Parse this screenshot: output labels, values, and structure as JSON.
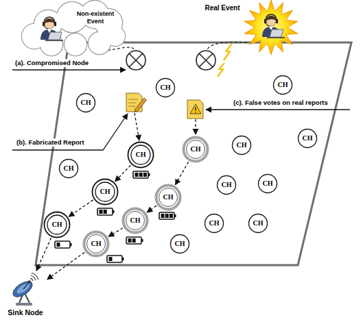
{
  "diagram": {
    "nodes": [
      {
        "text": [
          "Non-existent Event"
        ]
      },
      {
        "text": [
          "Real Event"
        ]
      },
      {
        "text": [
          "CH"
        ]
      },
      {
        "text": [
          "CH"
        ]
      },
      {
        "text": [
          "CH"
        ]
      },
      {
        "text": [
          "CH"
        ]
      },
      {
        "text": [
          "CH"
        ]
      },
      {
        "text": [
          "CH"
        ]
      },
      {
        "text": [
          "CH"
        ]
      },
      {
        "text": [
          "CH"
        ]
      },
      {
        "text": [
          "CH"
        ]
      },
      {
        "text": [
          "CH"
        ]
      },
      {
        "text": [
          "CH"
        ]
      },
      {
        "text": [
          "CH"
        ]
      },
      {
        "text": [
          "CH"
        ]
      },
      {
        "text": [
          "CH"
        ]
      },
      {
        "text": [
          "CH"
        ]
      },
      {
        "text": [
          "CH"
        ]
      },
      {
        "text": [
          "CH"
        ]
      },
      {
        "text": [
          "CH"
        ]
      },
      {
        "text": [
          "Sink Node"
        ]
      }
    ],
    "edges": [
      {
        "from": 6,
        "to": 10,
        "arrow": "to"
      },
      {
        "from": 10,
        "to": 14,
        "arrow": "to"
      },
      {
        "from": 14,
        "to": 20,
        "arrow": "to"
      },
      {
        "from": 7,
        "to": 11,
        "arrow": "to"
      },
      {
        "from": 11,
        "to": 16,
        "arrow": "to"
      },
      {
        "from": 16,
        "to": 15,
        "arrow": "to"
      },
      {
        "from": 15,
        "to": 20,
        "arrow": "to"
      }
    ],
    "labels": [
      "(a). Compromised Node",
      "(b). Fabricated Report",
      "(c). False votes on real reports"
    ]
  }
}
